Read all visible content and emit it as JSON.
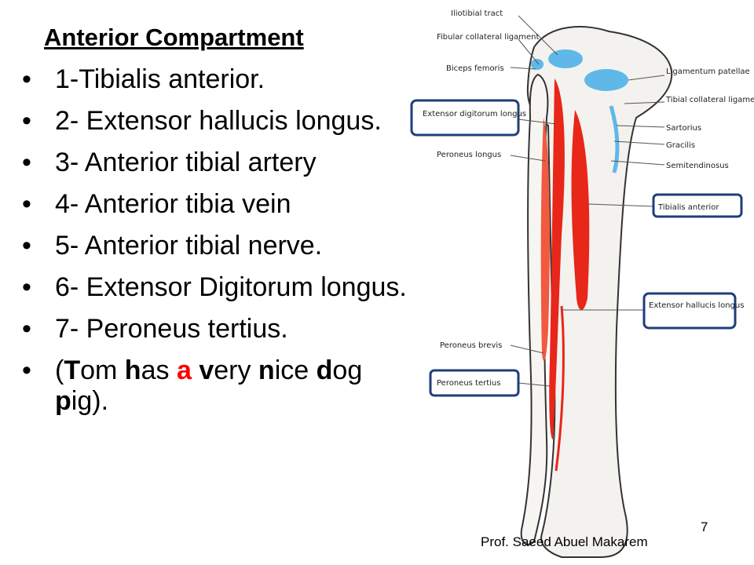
{
  "slide": {
    "title": "Anterior Compartment",
    "bullets": [
      {
        "text": "1-Tibialis anterior.",
        "color": "#000000"
      },
      {
        "text": "2- Extensor hallucis longus.",
        "color": "#000000"
      },
      {
        "text": "3- Anterior tibial artery",
        "color": "#ff0000"
      },
      {
        "text": "4- Anterior tibia vein",
        "color": "#3b3bb8"
      },
      {
        "text": "5- Anterior tibial nerve.",
        "color": "#1a9aa0"
      },
      {
        "text": "6- Extensor Digitorum longus.",
        "color": "#000000"
      },
      {
        "text": "7- Peroneus tertius.",
        "color": "#000000"
      }
    ],
    "mnemonic": {
      "parts": [
        "(",
        "T",
        "om ",
        "h",
        "as ",
        "a",
        " ",
        "v",
        "ery ",
        "n",
        "ice ",
        "d",
        "og ",
        "p",
        "ig)."
      ]
    },
    "page_number": "7",
    "credit": "Prof. Saeed Abuel Makarem"
  },
  "figure": {
    "labels_left": [
      "Iliotibial tract",
      "Fibular collateral ligament",
      "Biceps femoris",
      "Extensor digitorum longus",
      "Peroneus longus",
      "Peroneus brevis",
      "Peroneus tertius"
    ],
    "labels_right": [
      "Ligamentum patellae",
      "Tibial collateral ligament",
      "Sartorius",
      "Gracilis",
      "Semitendinosus",
      "Tibialis anterior",
      "Extensor hallucis longus"
    ],
    "muscle_color": "#e8261a",
    "attachment_color": "#5fb8e8",
    "highlight_box_color": "#1f3e7a"
  }
}
